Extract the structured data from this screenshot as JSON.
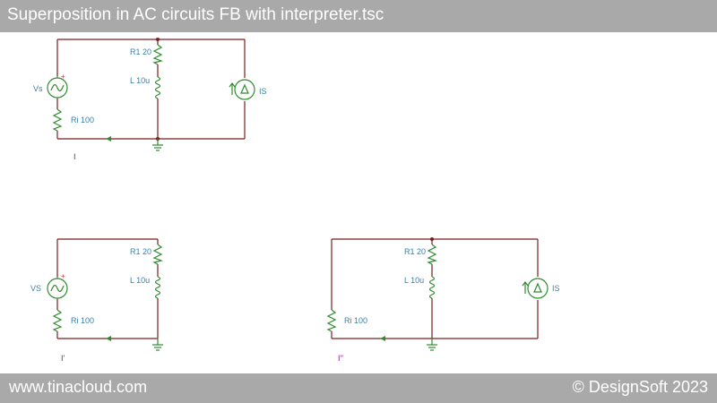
{
  "title": "Superposition in AC circuits FB with interpreter.tsc",
  "footer": {
    "website": "www.tinacloud.com",
    "copyright": "© DesignSoft 2023"
  },
  "colors": {
    "bar": "#a9a9a9",
    "wire": "#7a1f1f",
    "component": "#2e8b2e",
    "label": "#3a7fa6",
    "current_label": "#8b1a8b"
  },
  "circuits": {
    "full": {
      "vs_label": "Vs",
      "vs_plus": "+",
      "ri_label": "Ri 100",
      "r1_label": "R1 20",
      "l_label": "L 10u",
      "is_label": "IS",
      "current_label": "I"
    },
    "voltage_only": {
      "vs_label": "VS",
      "vs_plus": "+",
      "ri_label": "Ri 100",
      "r1_label": "R1 20",
      "l_label": "L 10u",
      "current_label": "I'"
    },
    "current_only": {
      "ri_label": "Ri 100",
      "r1_label": "R1 20",
      "l_label": "L 10u",
      "is_label": "IS",
      "current_label": "I''"
    }
  }
}
